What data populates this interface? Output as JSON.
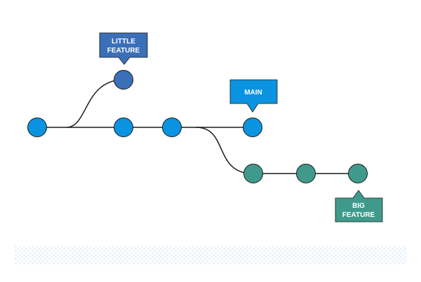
{
  "colors": {
    "main": "#0a93e0",
    "little_feature": "#3b6fb8",
    "big_feature": "#3f9a8c",
    "line": "#1a1a1a",
    "dots": "#cfe2f1"
  },
  "labels": {
    "little_feature": [
      "LITTLE",
      "FEATURE"
    ],
    "main": [
      "MAIN"
    ],
    "big_feature": [
      "BIG",
      "FEATURE"
    ]
  }
}
